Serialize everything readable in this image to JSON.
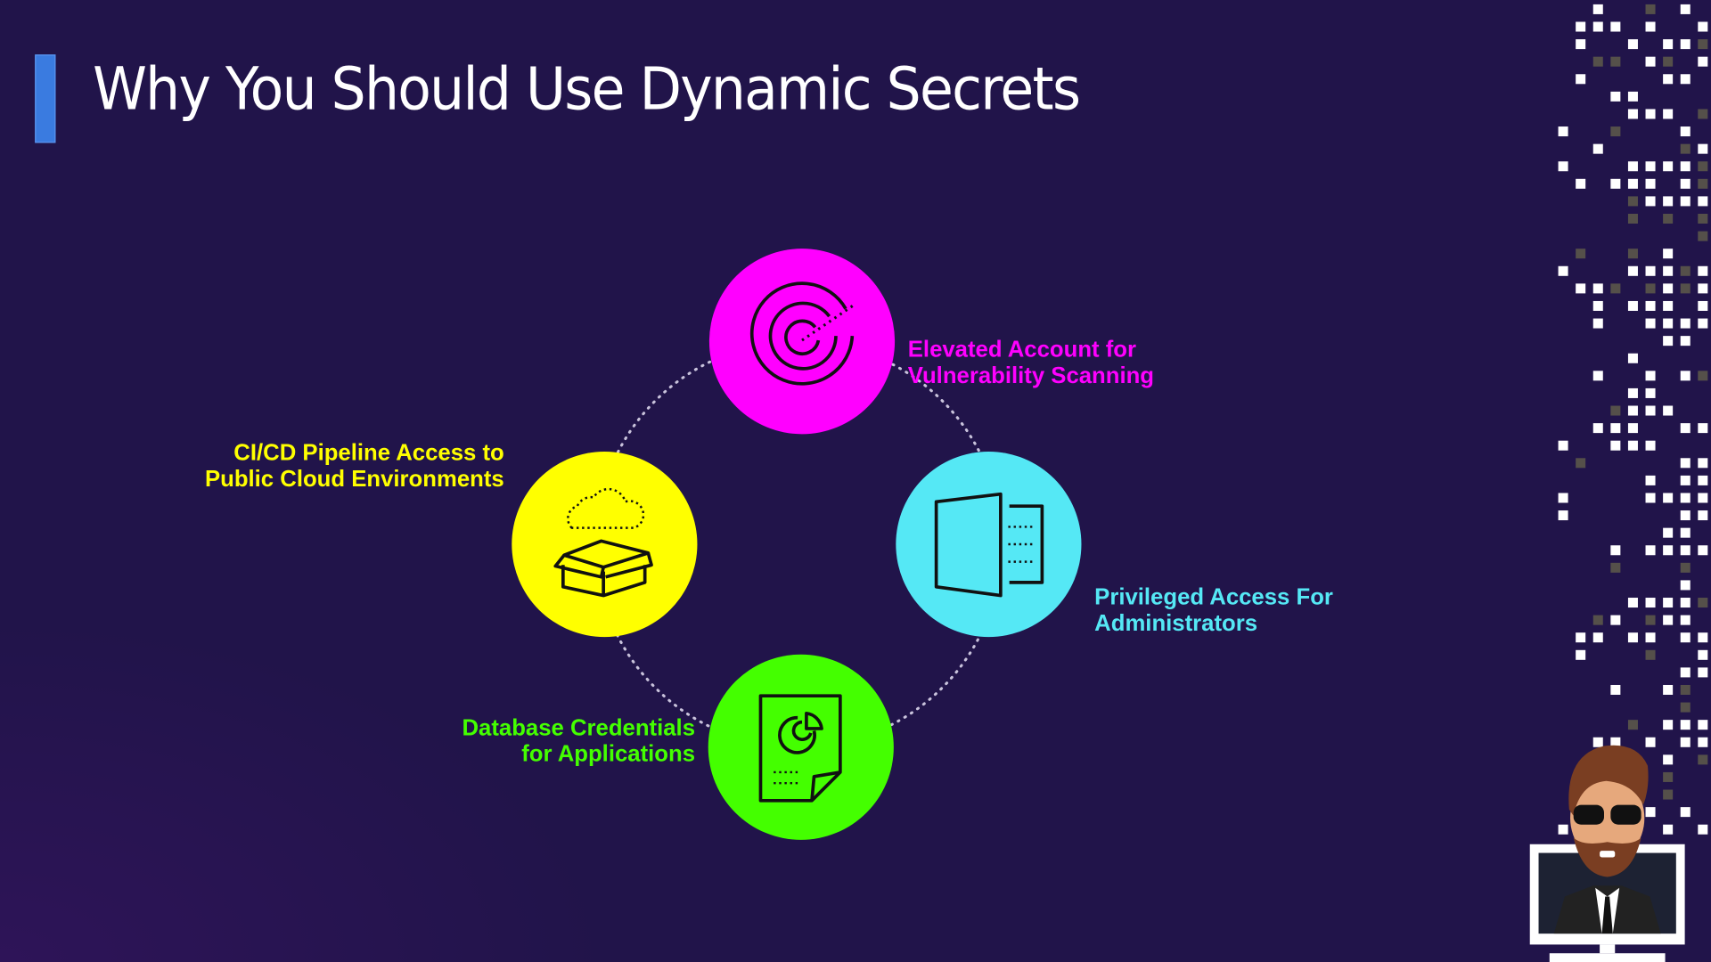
{
  "slide": {
    "title": "Why You Should Use Dynamic Secrets"
  },
  "items": [
    {
      "label_line1": "Elevated Account for",
      "label_line2": "Vulnerability Scanning",
      "icon": "target-radar-icon",
      "color": "#ff00ff"
    },
    {
      "label_line1": "CI/CD Pipeline Access to",
      "label_line2": "Public Cloud Environments",
      "icon": "cloud-box-icon",
      "color": "#ffff00"
    },
    {
      "label_line1": "Privileged Access For",
      "label_line2": "Administrators",
      "icon": "open-door-icon",
      "color": "#55e8f5"
    },
    {
      "label_line1": "Database Credentials",
      "label_line2": "for Applications",
      "icon": "document-chart-icon",
      "color": "#44ff00"
    }
  ],
  "colors": {
    "background": "#21144a",
    "accent": "#3a7be0"
  }
}
